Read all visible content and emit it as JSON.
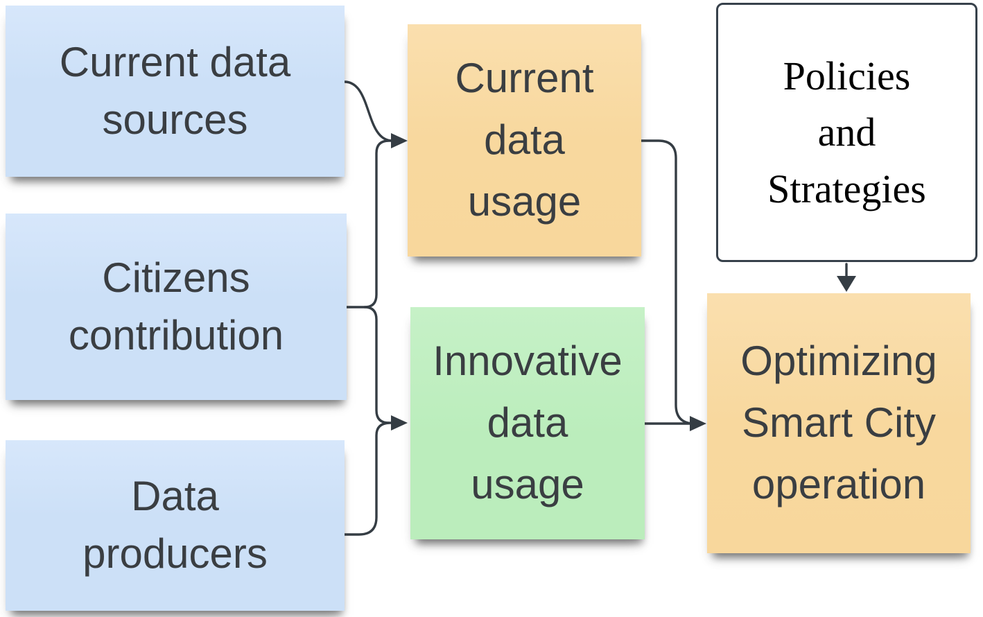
{
  "diagram": {
    "type": "flow-diagram",
    "background": "#ffffff",
    "nodes": [
      {
        "id": "current-data-sources",
        "label": "Current data\nsources",
        "fill": "blue",
        "shape": "sticky-note"
      },
      {
        "id": "citizens-contribution",
        "label": "Citizens\ncontribution",
        "fill": "blue",
        "shape": "sticky-note"
      },
      {
        "id": "data-producers",
        "label": "Data\nproducers",
        "fill": "blue",
        "shape": "sticky-note"
      },
      {
        "id": "current-data-usage",
        "label": "Current\ndata\nusage",
        "fill": "orange",
        "shape": "sticky-note"
      },
      {
        "id": "innovative-data-usage",
        "label": "Innovative\ndata\nusage",
        "fill": "green",
        "shape": "sticky-note"
      },
      {
        "id": "policies-and-strategies",
        "label": "Policies\nand\nStrategies",
        "fill": "white",
        "shape": "bordered-box"
      },
      {
        "id": "optimizing-smart-city-operation",
        "label": "Optimizing\nSmart City\noperation",
        "fill": "orange",
        "shape": "sticky-note"
      }
    ],
    "edges": [
      {
        "from": "current-data-sources",
        "to": "current-data-usage"
      },
      {
        "from": "citizens-contribution",
        "to": "current-data-usage"
      },
      {
        "from": "citizens-contribution",
        "to": "innovative-data-usage"
      },
      {
        "from": "data-producers",
        "to": "innovative-data-usage"
      },
      {
        "from": "current-data-usage",
        "to": "optimizing-smart-city-operation"
      },
      {
        "from": "innovative-data-usage",
        "to": "optimizing-smart-city-operation"
      },
      {
        "from": "policies-and-strategies",
        "to": "optimizing-smart-city-operation"
      }
    ],
    "colors": {
      "node_blue": "#cce0f7",
      "node_orange": "#f8d79c",
      "node_green": "#bbedbc",
      "node_white": "#ffffff",
      "connector": "#353d44",
      "border_dark": "#37414b",
      "text_dark": "#3a3e42",
      "text_serif": "#000000"
    }
  }
}
